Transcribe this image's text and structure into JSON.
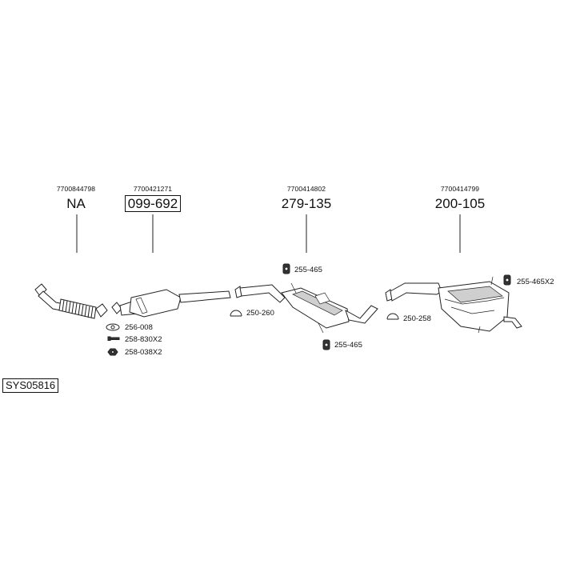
{
  "parts": [
    {
      "oem": "7700844798",
      "code": "NA",
      "boxed": false
    },
    {
      "oem": "7700421271",
      "code": "099-692",
      "boxed": true
    },
    {
      "oem": "7700414802",
      "code": "279-135",
      "boxed": false
    },
    {
      "oem": "7700414799",
      "code": "200-105",
      "boxed": false
    }
  ],
  "accessories": {
    "gasket": "256-008",
    "bolt": "258-830X2",
    "nut": "258-038X2",
    "clamp_1": "250-260",
    "clamp_2": "250-258",
    "hanger_1_top": "255-465",
    "hanger_1_bottom": "255-465",
    "hanger_2": "255-465X2"
  },
  "system_id": "SYS05816"
}
